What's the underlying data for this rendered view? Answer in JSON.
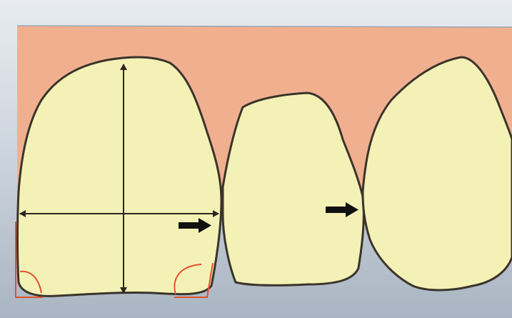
{
  "diagram": {
    "subject": "tooth-outlines",
    "colors": {
      "background_top": "#e6eaef",
      "background_bottom": "#aab6c3",
      "gum": "#f0b090",
      "tooth_fill": "#f4f1b6",
      "tooth_outline": "#3a342a",
      "measure_line": "#2b2620",
      "arrow": "#111111",
      "corner_marks": "#e2502c"
    },
    "teeth": [
      {
        "id": "central-incisor",
        "label": ""
      },
      {
        "id": "lateral-incisor",
        "label": ""
      },
      {
        "id": "canine",
        "label": ""
      }
    ],
    "indicators": [
      {
        "id": "contact-arrow-1",
        "icon": "right-arrow-icon"
      },
      {
        "id": "contact-arrow-2",
        "icon": "right-arrow-icon"
      }
    ]
  }
}
